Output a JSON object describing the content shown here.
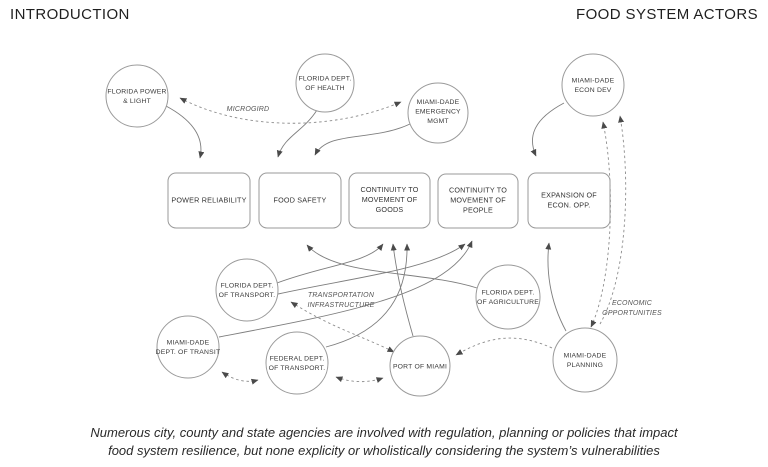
{
  "header": {
    "left": "INTRODUCTION",
    "right": "FOOD SYSTEM ACTORS"
  },
  "actors": {
    "fpl": {
      "l1": "FLORIDA POWER",
      "l2": "& LIGHT"
    },
    "health": {
      "l1": "FLORIDA DEPT.",
      "l2": "OF HEALTH"
    },
    "emergency": {
      "l1": "MIAMI-DADE",
      "l2": "EMERGENCY",
      "l3": "MGMT"
    },
    "econdev": {
      "l1": "MIAMI-DADE",
      "l2": "ECON DEV"
    },
    "fdot": {
      "l1": "FLORIDA DEPT.",
      "l2": "OF TRANSPORT."
    },
    "transit": {
      "l1": "MIAMI-DADE",
      "l2": "DEPT. OF TRANSIT"
    },
    "feddot": {
      "l1": "FEDERAL DEPT.",
      "l2": "OF TRANSPORT."
    },
    "port": {
      "l1": "PORT OF MIAMI"
    },
    "agriculture": {
      "l1": "FLORIDA DEPT.",
      "l2": "OF AGRICULTURE"
    },
    "planning": {
      "l1": "MIAMI-DADE",
      "l2": "PLANNING"
    }
  },
  "functions": {
    "power": {
      "l1": "POWER RELIABILITY"
    },
    "foodsafety": {
      "l1": "FOOD SAFETY"
    },
    "goods": {
      "l1": "CONTINUITY TO",
      "l2": "MOVEMENT OF",
      "l3": "GOODS"
    },
    "people": {
      "l1": "CONTINUITY TO",
      "l2": "MOVEMENT OF",
      "l3": "PEOPLE"
    },
    "expansion": {
      "l1": "EXPANSION OF",
      "l2": "ECON. OPP."
    }
  },
  "edge_labels": {
    "microgrid": "MICROGIRD",
    "transport_infra_l1": "TRANSPORTATION",
    "transport_infra_l2": "INFRASTRUCTURE",
    "econ_opp_l1": "ECONOMIC",
    "econ_opp_l2": "OPPORTUNITIES"
  },
  "connections": {
    "solid": [
      {
        "from": "Florida Power & Light",
        "to": "Power Reliability"
      },
      {
        "from": "Florida Dept. of Health",
        "to": "Food Safety"
      },
      {
        "from": "Miami-Dade Emergency Mgmt",
        "to": "Food Safety"
      },
      {
        "from": "Miami-Dade Econ Dev",
        "to": "Expansion of Econ. Opp."
      },
      {
        "from": "Florida Dept. of Agriculture",
        "to": "Food Safety"
      },
      {
        "from": "Florida Dept. of Transport.",
        "to": "Continuity to Movement of Goods"
      },
      {
        "from": "Florida Dept. of Transport.",
        "to": "Continuity to Movement of People"
      },
      {
        "from": "Federal Dept. of Transport.",
        "to": "Continuity to Movement of Goods"
      },
      {
        "from": "Port of Miami",
        "to": "Continuity to Movement of Goods"
      },
      {
        "from": "Miami-Dade Dept. of Transit",
        "to": "Continuity to Movement of People"
      },
      {
        "from": "Miami-Dade Planning",
        "to": "Expansion of Econ. Opp."
      }
    ],
    "dashed": [
      {
        "between": [
          "Florida Power & Light",
          "Miami-Dade Emergency Mgmt"
        ],
        "label": "MICROGIRD",
        "bidirectional": true
      },
      {
        "between": [
          "Florida Dept. of Transport.",
          "Port of Miami"
        ],
        "label": "TRANSPORTATION INFRASTRUCTURE",
        "bidirectional": true
      },
      {
        "between": [
          "Miami-Dade Dept. of Transit",
          "Federal Dept. of Transport."
        ],
        "bidirectional": true
      },
      {
        "between": [
          "Federal Dept. of Transport.",
          "Port of Miami"
        ],
        "bidirectional": true
      },
      {
        "from": "Miami-Dade Planning",
        "to": "Port of Miami"
      },
      {
        "between": [
          "Miami-Dade Planning",
          "Miami-Dade Econ Dev"
        ],
        "label": "ECONOMIC OPPORTUNITIES",
        "bidirectional": true
      }
    ]
  },
  "caption": {
    "line1": "Numerous city, county and state agencies are involved with regulation, planning or policies that impact",
    "line2": "food system resilience, but none explicity or wholistically considering the system’s vulnerabilities"
  },
  "colors": {
    "background": "#ffffff",
    "node_stroke": "#9a9a9a",
    "edge_stroke": "#7e7e7e",
    "text": "#333333"
  }
}
